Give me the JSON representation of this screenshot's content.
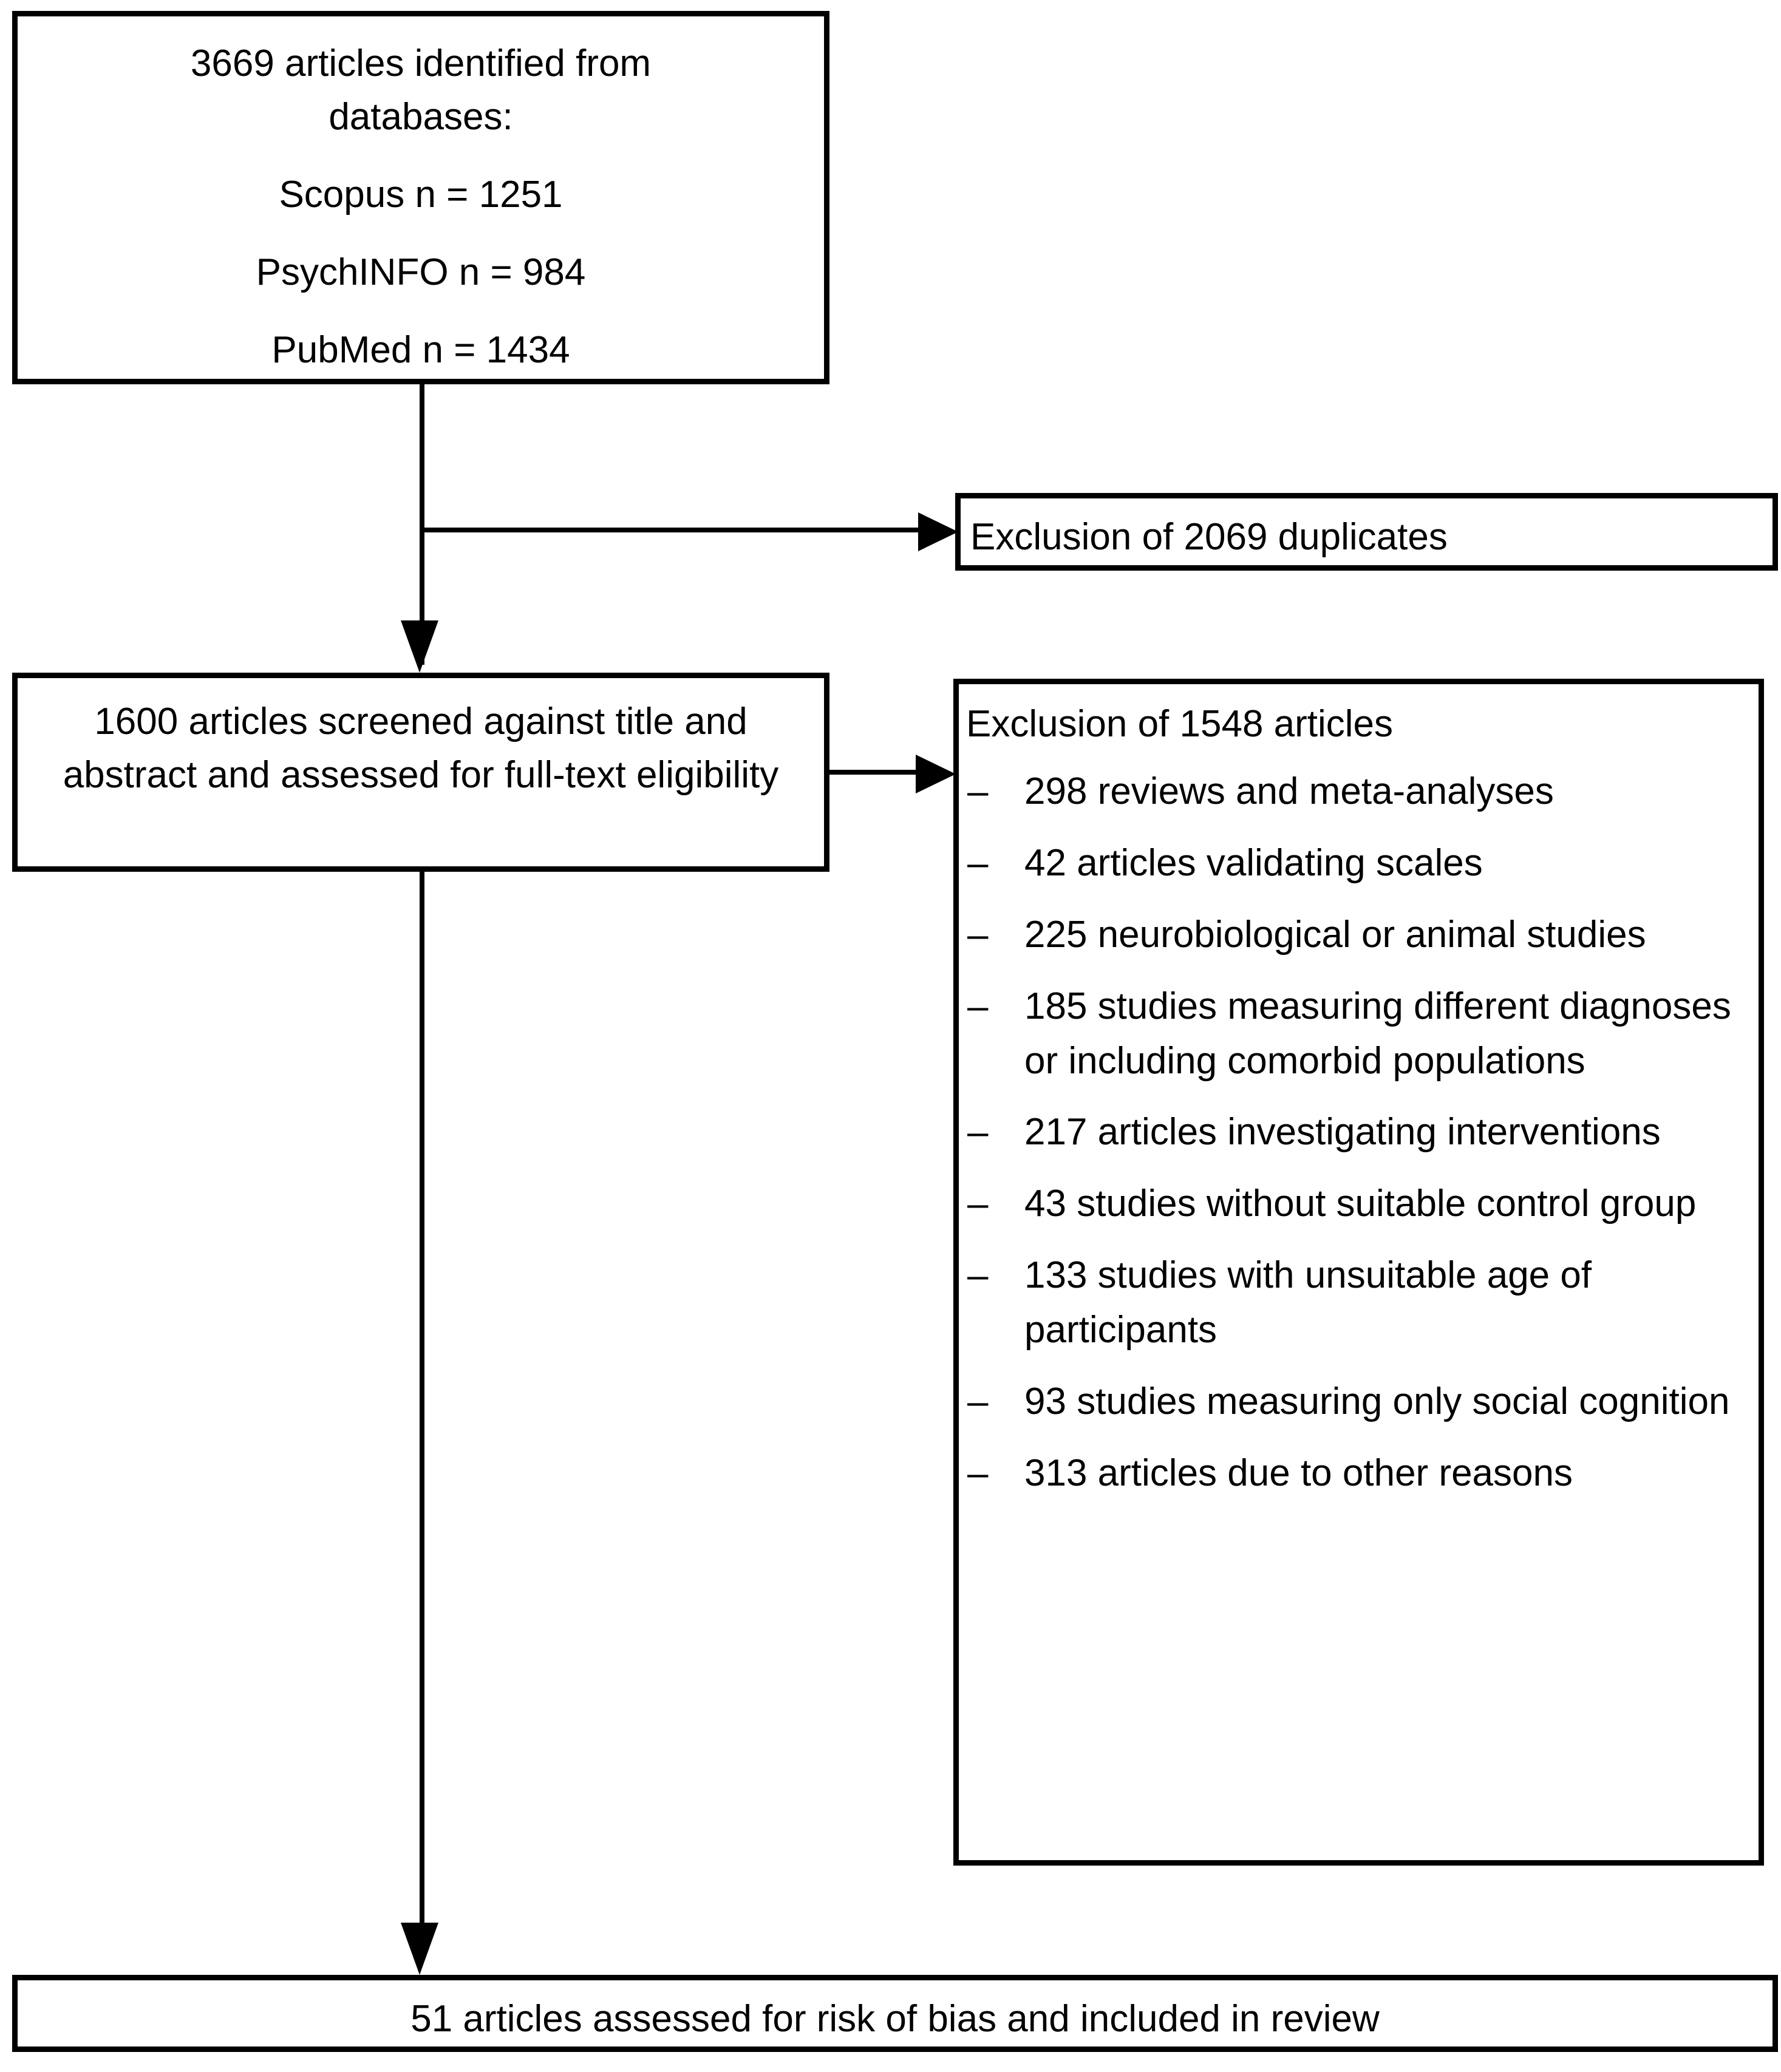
{
  "diagram": {
    "type": "prisma-flow-diagram",
    "identification": {
      "headline": "3669  articles identified from",
      "headline_cont": "databases:",
      "sources": [
        "Scopus n = 1251",
        "PsychINFO n = 984",
        "PubMed n = 1434"
      ]
    },
    "duplicates": {
      "label": "Exclusion of 2069 duplicates"
    },
    "screening": {
      "line1": "1600  articles screened against title",
      "line2": "and abstract and assessed for full-text",
      "line3": "eligibility"
    },
    "exclusions": {
      "title": "Exclusion of 1548 articles",
      "dash": "–",
      "items": [
        "298 reviews and meta-analyses",
        "42 articles validating scales",
        "225 neurobiological or animal studies",
        "185 studies measuring different diagnoses or including comorbid populations",
        "217 articles investigating interventions",
        "43 studies without suitable control group",
        "133 studies with unsuitable age of participants",
        "93 studies measuring only social cognition",
        "313 articles due to other reasons"
      ]
    },
    "included": {
      "label": "51 articles assessed for risk of bias and included in review"
    },
    "colors": {
      "stroke": "#000000",
      "fill": "#ffffff"
    }
  }
}
